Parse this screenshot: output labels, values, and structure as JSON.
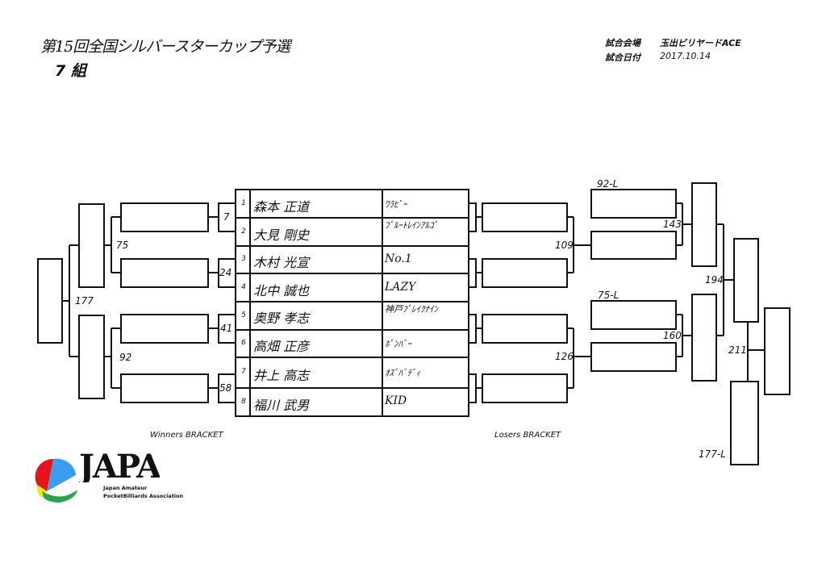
{
  "header": {
    "title": "第15回全国シルバースターカップ予選",
    "group": "7 組",
    "venue_label": "試合会場",
    "venue": "玉出ビリヤードACE",
    "date_label": "試合日付",
    "date": "2017.10.14"
  },
  "players": [
    {
      "seed": "1",
      "name": "森本 正道",
      "team": "ﾜﾗﾋﾞｰ"
    },
    {
      "seed": "2",
      "name": "大見 剛史",
      "team": "ﾌﾞﾙｰﾄﾚｲﾝｱﾙｺﾞ"
    },
    {
      "seed": "3",
      "name": "木村 光宣",
      "team": "No.1"
    },
    {
      "seed": "4",
      "name": "北中 誠也",
      "team": "LAZY"
    },
    {
      "seed": "5",
      "name": "奥野 孝志",
      "team": "神戸ﾌﾞﾚｲｸﾅｲﾝ"
    },
    {
      "seed": "6",
      "name": "高畑 正彦",
      "team": "ﾎﾞﾝﾊﾞｰ"
    },
    {
      "seed": "7",
      "name": "井上 高志",
      "team": "ｵｽﾞﾊﾞﾃﾞｨ"
    },
    {
      "seed": "8",
      "name": "福川 武男",
      "team": "KID"
    }
  ],
  "winners": {
    "label": "Winners BRACKET",
    "r1": [
      "7",
      "24",
      "41",
      "58"
    ],
    "r2": [
      "75",
      "92"
    ],
    "final": "177"
  },
  "losers": {
    "label": "Losers BRACKET",
    "r1": [
      "109",
      "126"
    ],
    "drop_in": [
      "92-L",
      "75-L"
    ],
    "r2": [
      "143",
      "160"
    ],
    "r3": "194",
    "final": "211",
    "drop_final": "177-L"
  },
  "logo": {
    "text": "JAPA",
    "line1": "Japan Amateur",
    "line2": "PocketBilliards Association",
    "colors": [
      "#e8141c",
      "#3a9ef0",
      "#f3e61a",
      "#2aa44a"
    ]
  }
}
